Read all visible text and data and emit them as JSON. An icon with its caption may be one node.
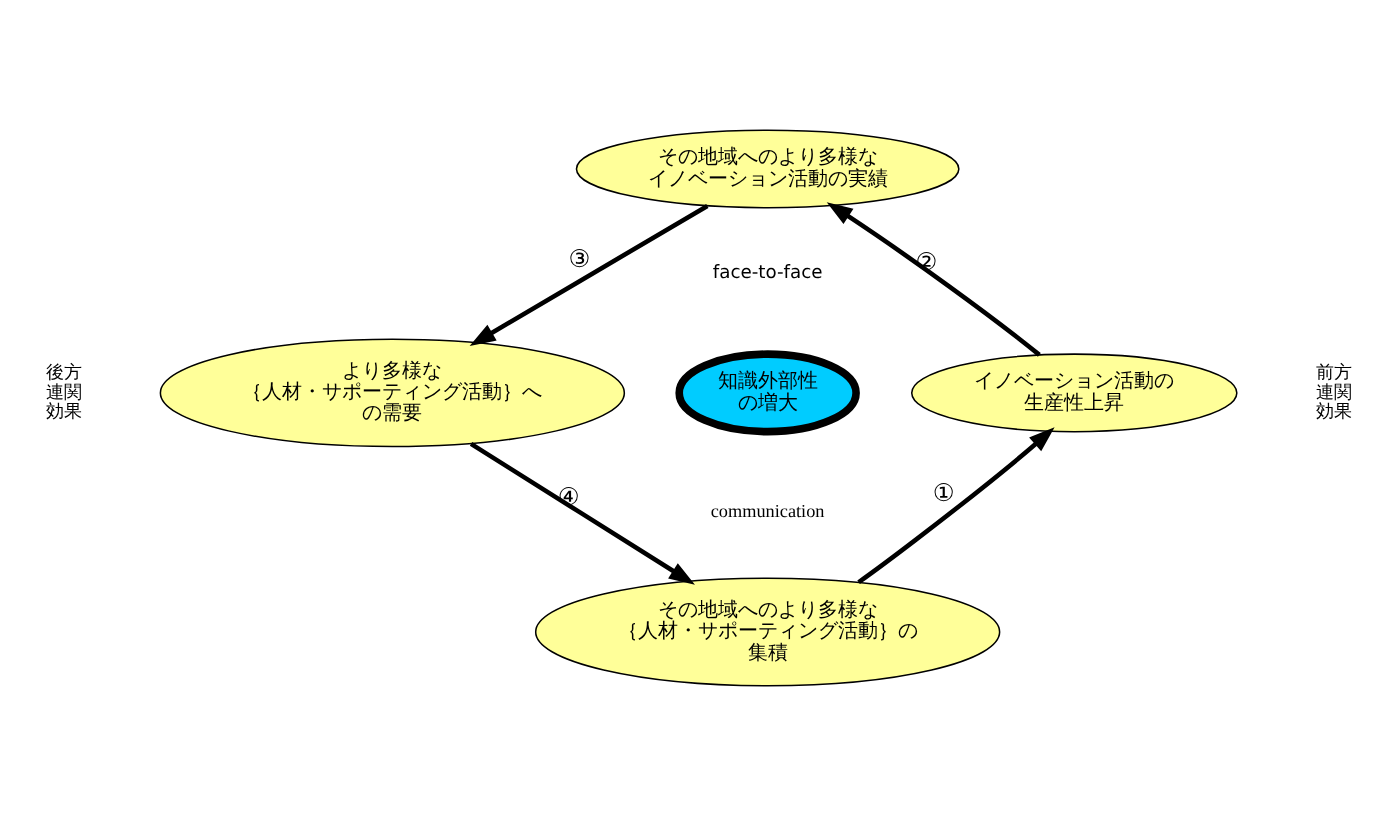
{
  "diagram": {
    "nodes": [
      {
        "text": [
          "その地域へのより多様なイノベーション活動の実績"
        ]
      },
      {
        "text": [
          "より多様な｛人材・サポーティング活動｝への需要"
        ]
      },
      {
        "text": [
          "知識外部性の増大"
        ]
      },
      {
        "text": [
          "イノベーション活動の生産性上昇"
        ]
      },
      {
        "text": [
          "その地域へのより多様な｛人材・サポーティング活動｝の集積"
        ]
      }
    ],
    "edges": [
      {
        "from": 0,
        "to": 1,
        "arrow": "to",
        "label": "③"
      },
      {
        "from": 3,
        "to": 0,
        "arrow": "to",
        "label": "②"
      },
      {
        "from": 1,
        "to": 4,
        "arrow": "to",
        "label": "④"
      },
      {
        "from": 4,
        "to": 3,
        "arrow": "to",
        "label": "①"
      }
    ],
    "labels": [
      "後方連関効果",
      "前方連関効果",
      "face-to-face",
      "communication"
    ]
  }
}
